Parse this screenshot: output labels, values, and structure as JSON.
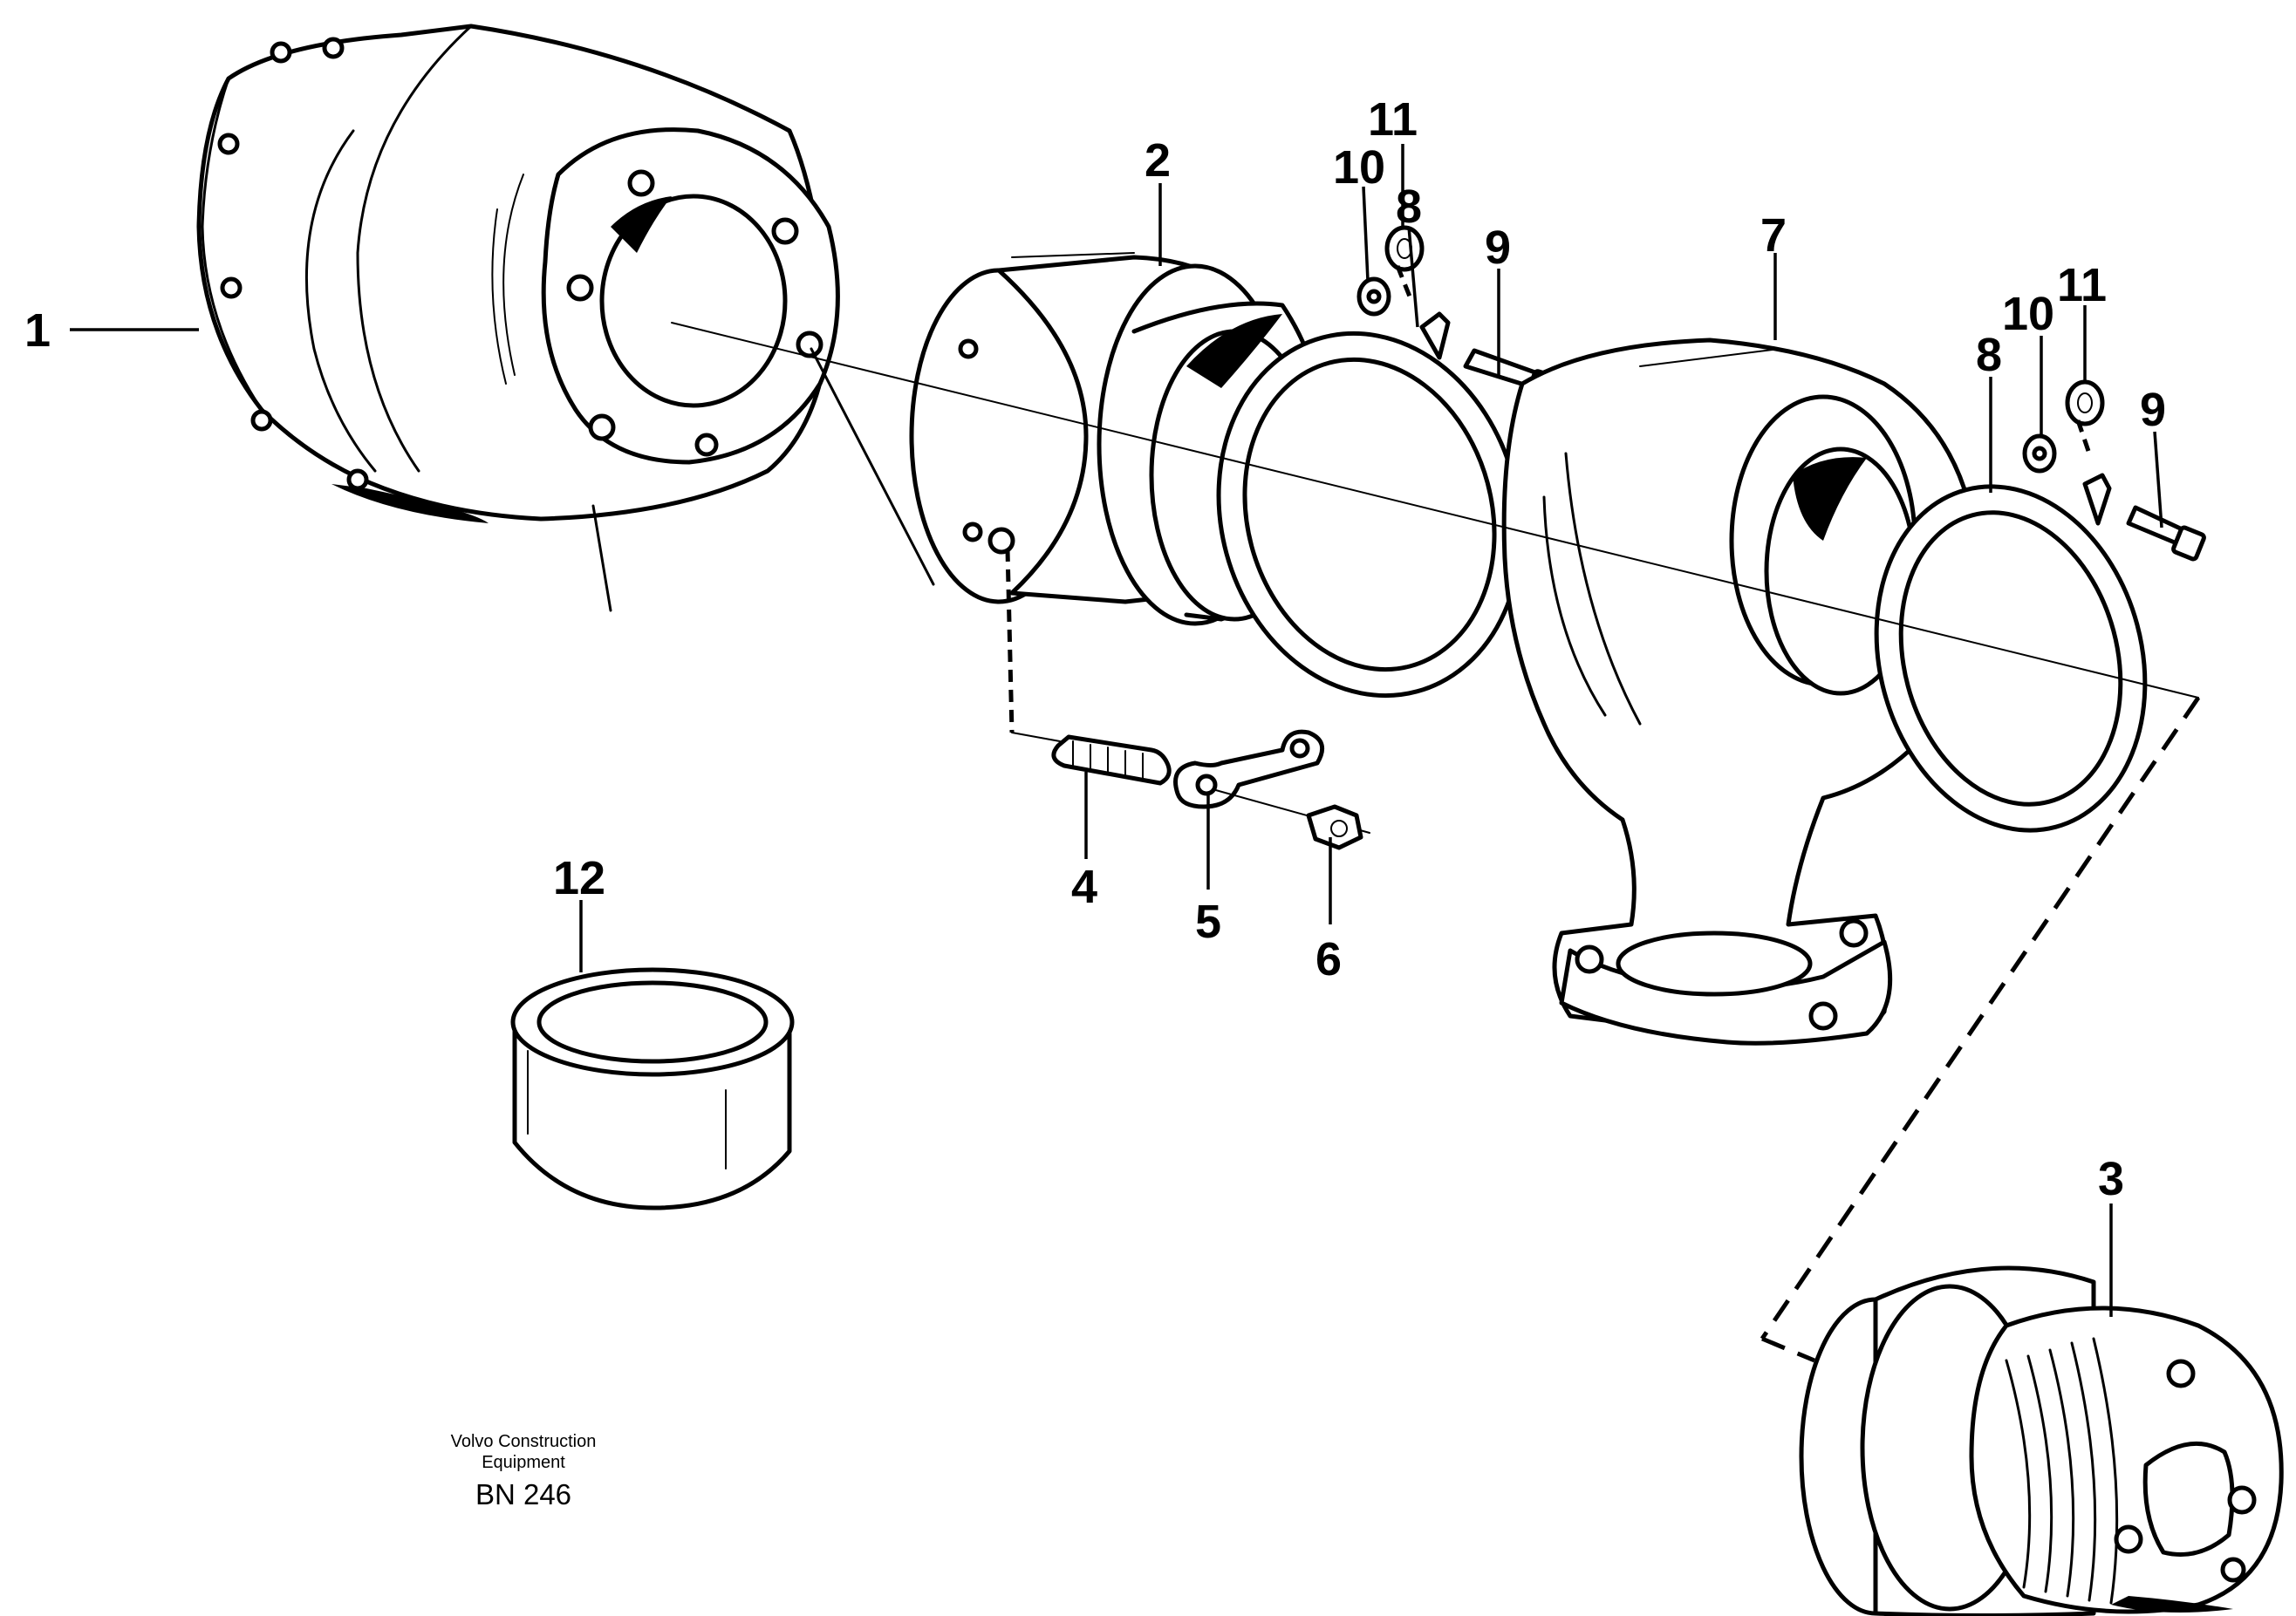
{
  "diagram": {
    "callouts": [
      "1",
      "2",
      "3",
      "4",
      "5",
      "6",
      "7",
      "8",
      "8",
      "9",
      "9",
      "10",
      "10",
      "11",
      "11",
      "12"
    ]
  },
  "credit": {
    "line1": "Volvo Construction",
    "line2": "Equipment",
    "code": "BN 246"
  }
}
